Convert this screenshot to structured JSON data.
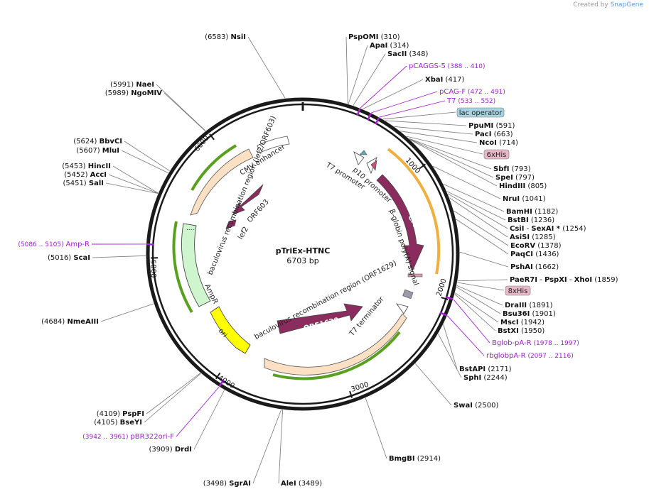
{
  "watermark": {
    "prefix": "Created by",
    "brand": "SnapGene"
  },
  "plasmid": {
    "name": "pTriEx-HTNC",
    "length_label": "6703 bp",
    "length": 6703
  },
  "tick_labels": [
    "1000",
    "2000",
    "3000",
    "4000",
    "5000",
    "6000"
  ],
  "sites": [
    {
      "name": "NsiI",
      "pos": "(6583)",
      "side": "left"
    },
    {
      "name": "NaeI",
      "pos": "(5991)",
      "side": "left"
    },
    {
      "name": "NgoMIV",
      "pos": "(5989)",
      "side": "left"
    },
    {
      "name": "BbvCI",
      "pos": "(5624)",
      "side": "left"
    },
    {
      "name": "MluI",
      "pos": "(5607)",
      "side": "left"
    },
    {
      "name": "HincII",
      "pos": "(5453)",
      "side": "left"
    },
    {
      "name": "AccI",
      "pos": "(5452)",
      "side": "left"
    },
    {
      "name": "SalI",
      "pos": "(5451)",
      "side": "left"
    },
    {
      "name": "ScaI",
      "pos": "(5016)",
      "side": "left"
    },
    {
      "name": "NmeAIII",
      "pos": "(4684)",
      "side": "left"
    },
    {
      "name": "PspFI",
      "pos": "(4109)",
      "side": "left"
    },
    {
      "name": "BseYI",
      "pos": "(4105)",
      "side": "left"
    },
    {
      "name": "DrdI",
      "pos": "(3909)",
      "side": "left"
    },
    {
      "name": "SgrAI",
      "pos": "(3498)",
      "side": "left"
    },
    {
      "name": "PspOMI",
      "pos": "(310)",
      "side": "right"
    },
    {
      "name": "ApaI",
      "pos": "(314)",
      "side": "right"
    },
    {
      "name": "SacII",
      "pos": "(348)",
      "side": "right"
    },
    {
      "name": "XbaI",
      "pos": "(417)",
      "side": "right"
    },
    {
      "name": "PpuMI",
      "pos": "(591)",
      "side": "right"
    },
    {
      "name": "PacI",
      "pos": "(663)",
      "side": "right"
    },
    {
      "name": "NcoI",
      "pos": "(714)",
      "side": "right"
    },
    {
      "name": "SbfI",
      "pos": "(793)",
      "side": "right"
    },
    {
      "name": "SpeI",
      "pos": "(797)",
      "side": "right"
    },
    {
      "name": "HindIII",
      "pos": "(805)",
      "side": "right"
    },
    {
      "name": "NruI",
      "pos": "(1041)",
      "side": "right"
    },
    {
      "name": "BamHI",
      "pos": "(1182)",
      "side": "right"
    },
    {
      "name": "BstBI",
      "pos": "(1236)",
      "side": "right"
    },
    {
      "name": "AsiSI",
      "pos": "(1285)",
      "side": "right"
    },
    {
      "name": "EcoRV",
      "pos": "(1378)",
      "side": "right"
    },
    {
      "name": "PaqCI",
      "pos": "(1436)",
      "side": "right"
    },
    {
      "name": "PshAI",
      "pos": "(1662)",
      "side": "right"
    },
    {
      "name": "DraIII",
      "pos": "(1891)",
      "side": "right"
    },
    {
      "name": "Bsu36I",
      "pos": "(1901)",
      "side": "right"
    },
    {
      "name": "MscI",
      "pos": "(1942)",
      "side": "right"
    },
    {
      "name": "BstXI",
      "pos": "(1950)",
      "side": "right"
    },
    {
      "name": "BstAPI",
      "pos": "(2171)",
      "side": "right"
    },
    {
      "name": "SphI",
      "pos": "(2244)",
      "side": "right"
    },
    {
      "name": "SwaI",
      "pos": "(2500)",
      "side": "right"
    },
    {
      "name": "BmgBI",
      "pos": "(2914)",
      "side": "right"
    },
    {
      "name": "AleI",
      "pos": "(3489)",
      "side": "right"
    }
  ],
  "compound_sites": {
    "csi": {
      "a": "CsiI",
      "dash": "-",
      "b": "SexAI",
      "star": "*",
      "pos": "(1254)"
    },
    "pae": {
      "a": "PaeR7I",
      "dash1": "-",
      "b": "PspXI",
      "dash2": "-",
      "c": "XhoI",
      "pos": "(1859)"
    }
  },
  "primers": [
    {
      "name": "pCAGGS-5",
      "range": "(388 .. 410)"
    },
    {
      "name": "pCAG-F",
      "range": "(472 .. 491)"
    },
    {
      "name": "T7",
      "range": "(533 .. 552)"
    },
    {
      "name": "Amp-R",
      "range": "(5086 .. 5105)"
    },
    {
      "name": "Bglob-pA-R",
      "range": "(1978 .. 1997)"
    },
    {
      "name": "rbglobpA-R",
      "range": "(2097 .. 2116)"
    },
    {
      "name": "pBR322ori-F",
      "range": "(3942 .. 3961)"
    }
  ],
  "boxed_labels": [
    {
      "text": "lac operator",
      "fill": "#a8d4e2"
    },
    {
      "text": "6xHis",
      "fill": "#e8b8c8"
    },
    {
      "text": "8xHis",
      "fill": "#e8b8c8"
    }
  ],
  "features": {
    "cre": "Cre",
    "orf1629_arrow": "ORF1629",
    "cmv": "CMV enhancer",
    "bac_top": "baculovirus recombination region (lef2/ORF603)",
    "bac_bottom": "baculovirus recombination region (ORF1629)",
    "orf603": "ORF603",
    "lef2": "lef2",
    "ampr": "AmpR",
    "ori": "ori",
    "t7_promoter": "T7 promoter",
    "p10_promoter": "p10 promoter",
    "bglobin": "β-globin poly(A) signal",
    "t7_terminator": "T7 terminator",
    "dots": "...."
  },
  "colors": {
    "backbone": "#1a1a1a",
    "primer": "#a020d0",
    "cre": "#8b2c5e",
    "bac_region": "#fbe0c4",
    "ampr": "#cff5cf",
    "ori": "#ffff00",
    "orange_track": "#f0b040",
    "green_track": "#5aa020"
  }
}
